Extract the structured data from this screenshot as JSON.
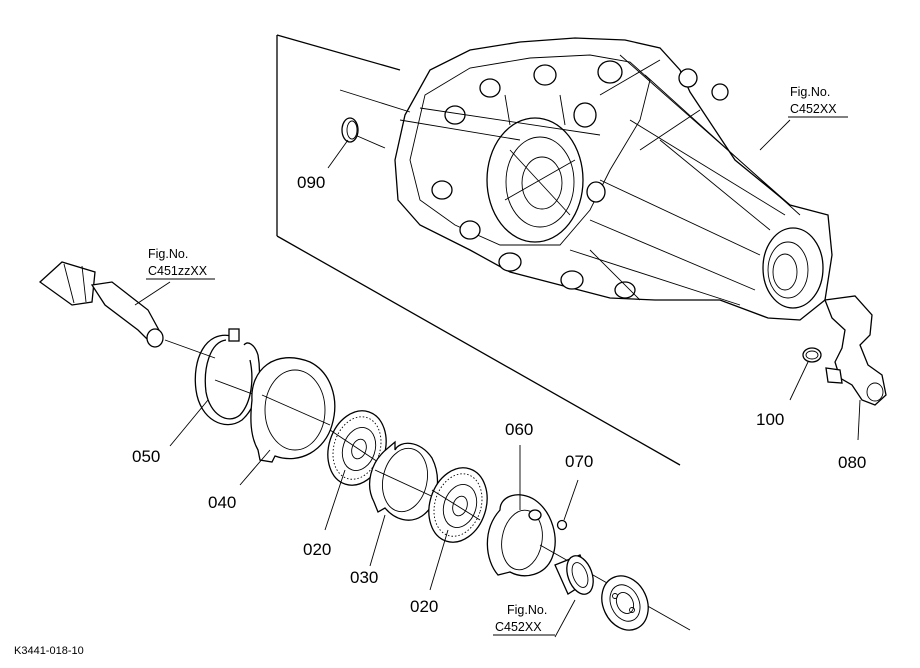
{
  "figure_refs": [
    {
      "id": "C452_top",
      "line1": "Fig.No.",
      "line2": "C452XX"
    },
    {
      "id": "C451",
      "line1": "Fig.No.",
      "line2": "C451zzXX"
    },
    {
      "id": "C452_bottom",
      "line1": "Fig.No.",
      "line2": "C452XX"
    }
  ],
  "parts": {
    "p020a": "020",
    "p020b": "020",
    "p030": "030",
    "p040": "040",
    "p050": "050",
    "p060": "060",
    "p070": "070",
    "p080": "080",
    "p090": "090",
    "p100": "100"
  },
  "drawing_ref": "K3441-018-10"
}
